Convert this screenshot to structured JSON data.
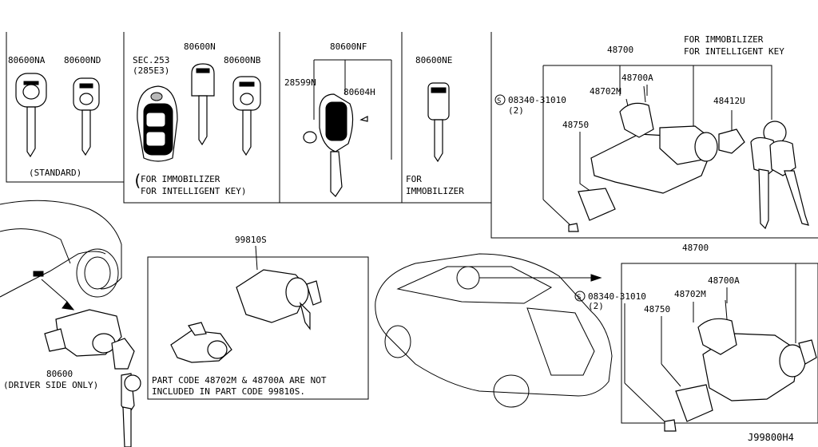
{
  "diagram_code": "J99800H4",
  "labels": {
    "p80600NA": "80600NA",
    "p80600ND": "80600ND",
    "standard": "(STANDARD)",
    "sec253": "SEC.253",
    "sec253sub": "(285E3)",
    "p80600N": "80600N",
    "p80600NB": "80600NB",
    "immob_ikey_1": "FOR IMMOBILIZER",
    "immob_ikey_2": "FOR INTELLIGENT KEY)",
    "p80600NF": "80600NF",
    "p28599N": "28599N",
    "p80604H": "80604H",
    "p80600NE": "80600NE",
    "for_immob_1": "FOR",
    "for_immob_2": "IMMOBILIZER",
    "top_right_1": "FOR IMMOBILIZER",
    "top_right_2": "FOR INTELLIGENT KEY",
    "p48700_top": "48700",
    "p48700A_top": "48700A",
    "p48702M_top": "48702M",
    "p48750_top": "48750",
    "p48412U": "48412U",
    "bolt_top": "08340-31010",
    "bolt_top_qty": "(2)",
    "p99810S": "99810S",
    "p80600": "80600",
    "driver_only": "(DRIVER SIDE ONLY)",
    "note_1": "PART CODE 48702M & 48700A ARE NOT",
    "note_2": "INCLUDED IN PART CODE 99810S.",
    "p48700_bot": "48700",
    "p48700A_bot": "48700A",
    "p48702M_bot": "48702M",
    "p48750_bot": "48750",
    "bolt_bot": "08340-31010",
    "bolt_bot_qty": "(2)",
    "s_symbol": "S"
  }
}
